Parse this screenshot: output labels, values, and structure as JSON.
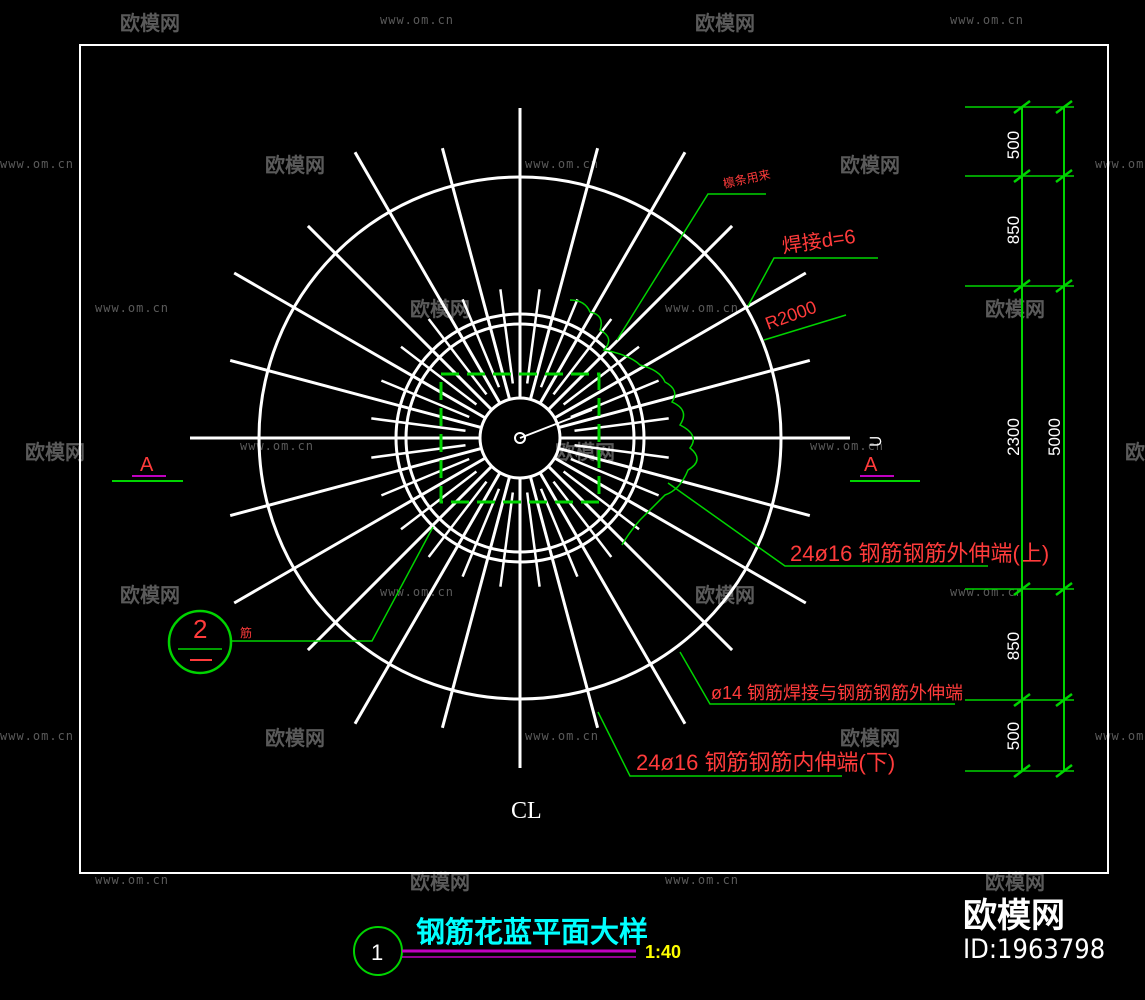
{
  "drawing": {
    "title": "钢筋花蓝平面大样",
    "scale": "1:40",
    "detail_number": "1",
    "section_callout": "2",
    "section_a_left": "A",
    "section_a_right": "A",
    "centerline": "CL"
  },
  "annotations": {
    "a1": "檩条用来",
    "a2": "焊接d=6",
    "a3": "R2000",
    "a4": "24ø16 钢筋钢筋外伸端(上)",
    "a5": "ø14 钢筋焊接与钢筋钢筋外伸端",
    "a6": "24ø16 钢筋钢筋内伸端(下)",
    "side_label": "筋"
  },
  "dimensions": {
    "d1": "500",
    "d2": "850",
    "d3": "2300",
    "d4": "850",
    "d5": "500",
    "total": "5000"
  },
  "watermark": {
    "brand": "欧模网",
    "id": "ID:1963798",
    "url": "www.om.cn"
  },
  "colors": {
    "background": "#000000",
    "lines": "#ffffff",
    "leaders": "#00d400",
    "annotation_text": "#ff3b3b",
    "title_text": "#00ffff",
    "underline": "#c000c0"
  }
}
